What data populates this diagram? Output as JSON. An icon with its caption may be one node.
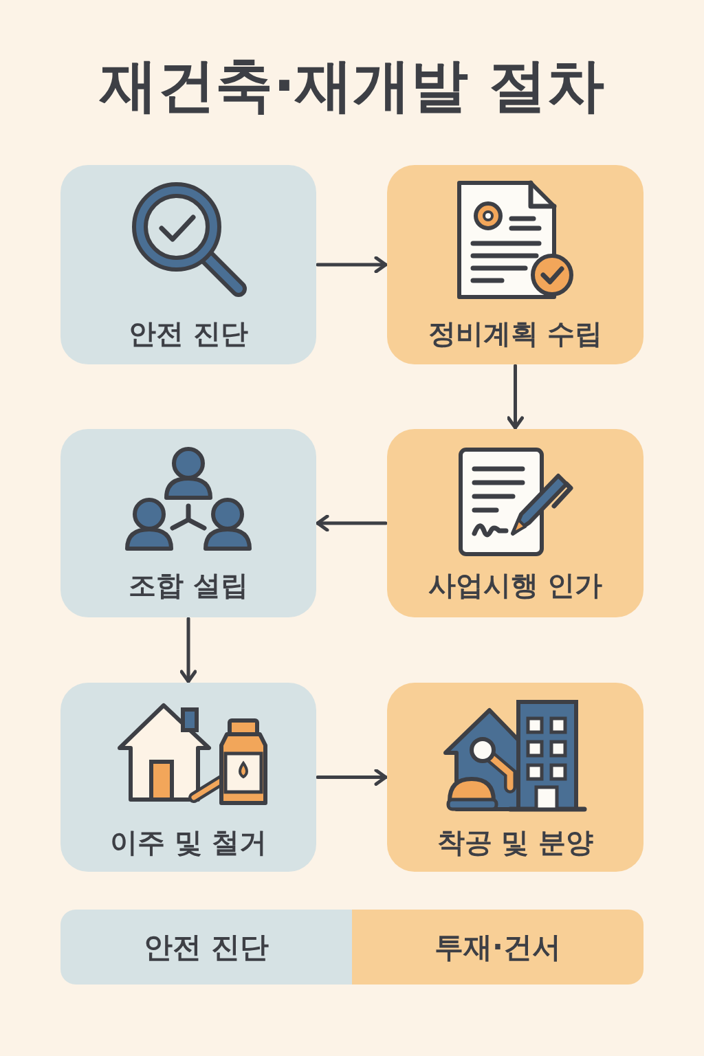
{
  "diagram": {
    "title": "재건축·재개발 절차",
    "nodes": [
      {
        "text": [
          "안전 진단"
        ]
      },
      {
        "text": [
          "정비계획 수립"
        ]
      },
      {
        "text": [
          "조합 설립"
        ]
      },
      {
        "text": [
          "사업시행 인가"
        ]
      },
      {
        "text": [
          "이주 및 철거"
        ]
      },
      {
        "text": [
          "착공 및 분양"
        ]
      },
      {
        "text": [
          "안전 진단"
        ]
      },
      {
        "text": [
          "투재·건서"
        ]
      }
    ],
    "edges": [
      {
        "from": 0,
        "to": 1,
        "arrow": "to"
      },
      {
        "from": 1,
        "to": 3,
        "arrow": "to"
      },
      {
        "from": 3,
        "to": 2,
        "arrow": "to"
      },
      {
        "from": 2,
        "to": 4,
        "arrow": "to"
      },
      {
        "from": 4,
        "to": 5,
        "arrow": "to"
      }
    ]
  }
}
